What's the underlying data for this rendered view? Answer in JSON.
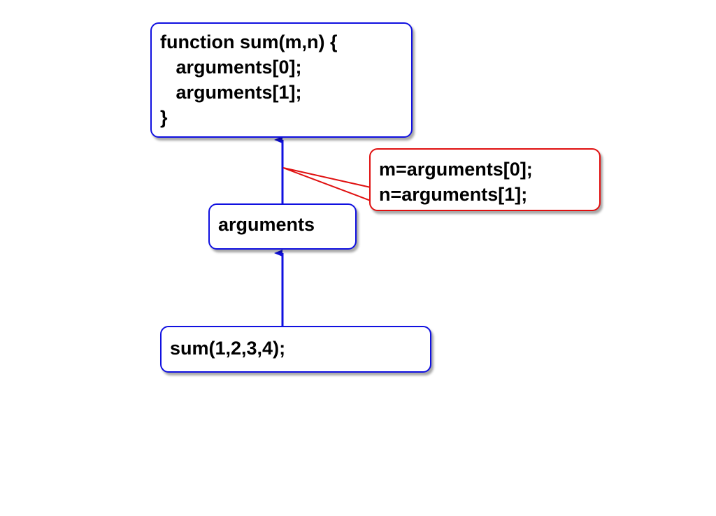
{
  "function_box": {
    "lines": [
      "function sum(m,n) {",
      "   arguments[0];",
      "   arguments[1];",
      "}"
    ]
  },
  "callout_box": {
    "lines": [
      "m=arguments[0];",
      "n=arguments[1];"
    ]
  },
  "arguments_box": {
    "label": "arguments"
  },
  "call_box": {
    "label": "sum(1,2,3,4);"
  },
  "colors": {
    "arrow": "#1010e0",
    "callout_border": "#e01010"
  }
}
